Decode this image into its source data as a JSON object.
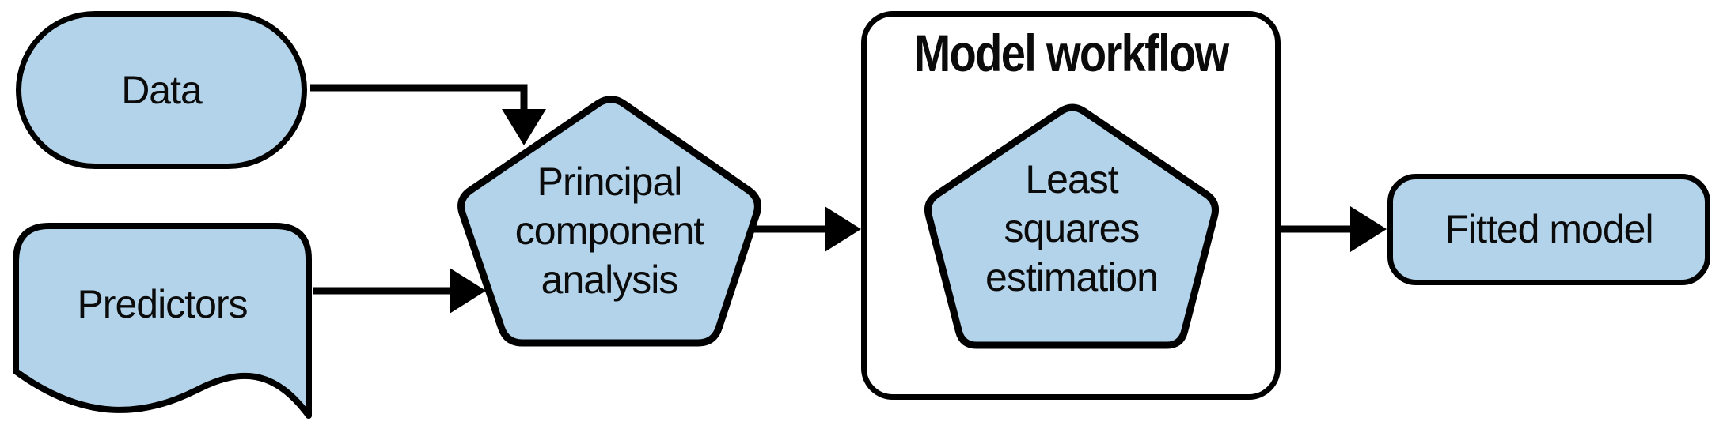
{
  "colors": {
    "background": "#ffffff",
    "node_fill": "#b2d3e9",
    "stroke": "#000000"
  },
  "workflow": {
    "title": "Model workflow"
  },
  "nodes": {
    "data": {
      "label": "Data"
    },
    "predictors": {
      "label": "Predictors"
    },
    "pca": {
      "line1": "Principal",
      "line2": "component",
      "line3": "analysis"
    },
    "lse": {
      "line1": "Least",
      "line2": "squares",
      "line3": "estimation"
    },
    "fitted": {
      "label": "Fitted model"
    }
  }
}
